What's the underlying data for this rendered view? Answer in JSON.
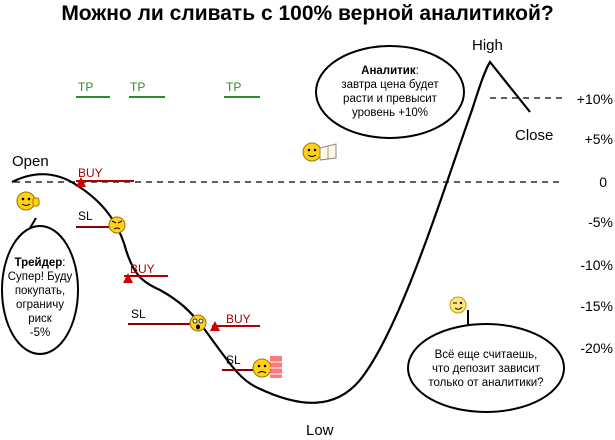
{
  "title": "Можно ли сливать с 100% верной аналитикой?",
  "labels": {
    "open": "Open",
    "high": "High",
    "close": "Close",
    "low": "Low"
  },
  "levels": [
    "+10%",
    "+5%",
    "0",
    "-5%",
    "-10%",
    "-15%",
    "-20%"
  ],
  "tp_labels": [
    "TP",
    "TP",
    "TP"
  ],
  "orders": {
    "buy": [
      "BUY",
      "BUY",
      "BUY"
    ],
    "sl": [
      "SL",
      "SL",
      "SL"
    ]
  },
  "analyst": {
    "name": "Аналитик",
    "text_line1": "завтра цена будет",
    "text_line2": "расти и превысит",
    "text_line3": "уровень +10%"
  },
  "trader": {
    "name": "Трейдер",
    "text_line1": "Супер! Буду",
    "text_line2": "покупать,",
    "text_line3": "ограничу риск",
    "text_line4": "-5%"
  },
  "question": {
    "line1": "Всё еще считаешь,",
    "line2": "что депозит зависит",
    "line3": "только от аналитики?"
  },
  "colors": {
    "tp_line": "#2e8b2e",
    "buy_line": "#b20000",
    "sl_line": "#8b0000",
    "smiley": "#ffd21a"
  },
  "icons": [
    "thumbs-up-smiley-icon",
    "angry-smiley-icon",
    "shocked-smiley-icon",
    "crying-smiley-icon",
    "reading-smiley-icon",
    "winking-smiley-icon"
  ]
}
